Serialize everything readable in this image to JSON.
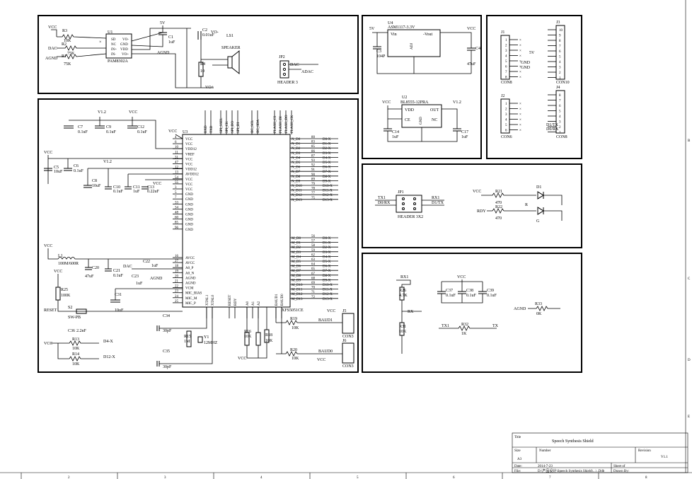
{
  "title_block": {
    "title_label": "Title",
    "title": "Speech Synthesis Shield",
    "size_label": "Size",
    "size": "A3",
    "number_label": "Number",
    "revision_label": "Revision",
    "revision": "V1.1",
    "date_label": "Date:",
    "date": "2014-7-23",
    "sheet_label": "Sheet of",
    "file_label": "File:",
    "file": "D:\\产品设计\\Speech Synthesis Shield\\...\\..Ddb",
    "drawn_label": "Drawn By:"
  },
  "border": {
    "columns": [
      "2",
      "3",
      "4",
      "5",
      "6",
      "7",
      "8"
    ],
    "rows": [
      "B",
      "C",
      "D",
      "E"
    ]
  },
  "amp": {
    "ic_ref": "U1",
    "ic_name": "PAM8302A",
    "pins": [
      "SD",
      "NC",
      "IN+",
      "IN-",
      "VO-",
      "GND",
      "VDD",
      "VO+"
    ],
    "r3": "R3",
    "r3_val": "10K",
    "r2": "R2",
    "r2_val": "75K",
    "r1": "R1",
    "r1_val": "75K",
    "c1": "C1",
    "c1_val": "1uF",
    "c2": "C2",
    "c2_val": "0.01uF",
    "r4": "R4",
    "r4_val": "10",
    "ls1": "LS1",
    "speaker": "SPEAKER",
    "vcc": "VCC",
    "v5": "5V",
    "dac": "DAC",
    "agnd": "AGND",
    "agnd2": "AGND",
    "vo_minus": "VO-",
    "vo_plus": "VO+",
    "jp2": "JP2",
    "jp2_name": "HEADER 3",
    "jp2_dac": "DAC",
    "jp2_adac": "ADAC"
  },
  "main_ic": {
    "ref": "U3",
    "name": "XFS5051CE",
    "left_pins": [
      {
        "n": "4",
        "name": "VCC"
      },
      {
        "n": "6",
        "name": "VCC"
      },
      {
        "n": "10",
        "name": "VDD12"
      },
      {
        "n": "11",
        "name": "VREF"
      },
      {
        "n": "31",
        "name": "VCC"
      },
      {
        "n": "47",
        "name": "VCC"
      },
      {
        "n": "12",
        "name": "VDD12"
      },
      {
        "n": "13",
        "name": "AVDD12"
      },
      {
        "n": "54",
        "name": "VCC"
      },
      {
        "n": "55",
        "name": "VCC"
      },
      {
        "n": "3",
        "name": "VCC"
      },
      {
        "n": "5",
        "name": "GND"
      },
      {
        "n": "7",
        "name": "GND"
      },
      {
        "n": "33",
        "name": "GND"
      },
      {
        "n": "34",
        "name": "GND"
      },
      {
        "n": "48",
        "name": "GND"
      },
      {
        "n": "60",
        "name": "GND"
      },
      {
        "n": "85",
        "name": "GND"
      },
      {
        "n": "96",
        "name": "GND"
      }
    ],
    "left_pins2": [
      {
        "n": "16",
        "name": "AVCC"
      },
      {
        "n": "27",
        "name": "AVCC"
      },
      {
        "n": "18",
        "name": "A0_P"
      },
      {
        "n": "19",
        "name": "A0_N"
      },
      {
        "n": "20",
        "name": "AGND"
      },
      {
        "n": "21",
        "name": "AGND"
      },
      {
        "n": "22",
        "name": "VCM"
      },
      {
        "n": "23",
        "name": "MIC_BIAS"
      },
      {
        "n": "24",
        "name": "MIC_M"
      },
      {
        "n": "25",
        "name": "MIC_P"
      }
    ],
    "right_pins_n": [
      {
        "n": "80",
        "name": "N_D0",
        "net": "D0-X"
      },
      {
        "n": "83",
        "name": "N_D1",
        "net": "D1-X"
      },
      {
        "n": "85",
        "name": "N_D2",
        "net": "D2-X"
      },
      {
        "n": "86",
        "name": "N_D3",
        "net": "D3-X"
      },
      {
        "n": "87",
        "name": "N_D4",
        "net": "D4-X"
      },
      {
        "n": "93",
        "name": "N_D5",
        "net": "D5-X"
      },
      {
        "n": "92",
        "name": "N_D6",
        "net": "D6-X"
      },
      {
        "n": "91",
        "name": "N_D7",
        "net": "D7-X"
      },
      {
        "n": "90",
        "name": "N_D8",
        "net": "D8-X"
      },
      {
        "n": "89",
        "name": "N_D9",
        "net": "D9-X"
      },
      {
        "n": "79",
        "name": "N_D10",
        "net": "D10-X"
      },
      {
        "n": "78",
        "name": "N_D11",
        "net": "D11-X"
      },
      {
        "n": "77",
        "name": "N_D12",
        "net": "D12-X"
      },
      {
        "n": "75",
        "name": "N_D13",
        "net": "D13-X"
      }
    ],
    "right_pins_m": [
      {
        "n": "56",
        "name": "M_D0",
        "net": "D0-X"
      },
      {
        "n": "57",
        "name": "M_D1",
        "net": "D1-X"
      },
      {
        "n": "58",
        "name": "M_D2",
        "net": "D2-X"
      },
      {
        "n": "59",
        "name": "M_D3",
        "net": "D3-X"
      },
      {
        "n": "62",
        "name": "M_D4",
        "net": "D4-X"
      },
      {
        "n": "63",
        "name": "M_D5",
        "net": "D5-X"
      },
      {
        "n": "64",
        "name": "M_D6",
        "net": "D6-X"
      },
      {
        "n": "65",
        "name": "M_D7",
        "net": "D7-X"
      },
      {
        "n": "67",
        "name": "M_D8",
        "net": "D8-X"
      },
      {
        "n": "68",
        "name": "M_D9",
        "net": "D9-X"
      },
      {
        "n": "69",
        "name": "M_D10",
        "net": "D10-X"
      },
      {
        "n": "70",
        "name": "M_D11",
        "net": "D11-X"
      },
      {
        "n": "71",
        "name": "M_D12",
        "net": "D12-X"
      },
      {
        "n": "72",
        "name": "M_D13",
        "net": "D13-X"
      }
    ],
    "top_labels": [
      "RXD",
      "TXD",
      "SPI_SSEL",
      "SPI_CK",
      "SPI_DO",
      "SPI_DI",
      "IIC_SCL",
      "IIC_SDA",
      "FLASH_CS",
      "FLASH_DI",
      "FLASH_DO",
      "FLASH_CK"
    ],
    "bottom_labels": [
      "XTAL1",
      "XTAL0",
      "RESET",
      "RDY",
      "A0",
      "A1",
      "A2",
      "BAUD1",
      "BAUD0"
    ]
  },
  "main_parts": {
    "c7": "C7",
    "c7v": "0.1uF",
    "c9": "C9",
    "c9v": "0.1uF",
    "c12": "C12",
    "c12v": "0.1uF",
    "c5": "C5",
    "c5v": "10uF",
    "c6": "C6",
    "c6v": "0.1uF",
    "c8": "C8",
    "c8v": "10uF",
    "c10": "C10",
    "c10v": "0.1uF",
    "c11": "C11",
    "c11v": "1uF",
    "c13": "C13",
    "c13v": "0.22uF",
    "l1": "L1",
    "l1v": "100M/600R",
    "c20": "C20",
    "c20v": "47uF",
    "c21": "C21",
    "c21v": "0.1uF",
    "c22": "C22",
    "c22v": "1uF",
    "c23": "C23",
    "c23v": "1uF",
    "c31": "C31",
    "c31v": "10uF",
    "c34": "C34",
    "c34v": "30pF",
    "c35": "C35",
    "c35v": "30pF",
    "r15": "R15",
    "r15v": "1M",
    "y1": "Y1",
    "y1v": "12MHZ",
    "r25": "R25",
    "r25v": "100K",
    "s2": "S2",
    "s2v": "SW-PB",
    "c36": "C36",
    "c36v": "2.2nF",
    "r13": "R13",
    "r13v": "10K",
    "r14": "R14",
    "r14v": "10K",
    "d4x": "D4-X",
    "d12x": "D12-X",
    "reset": "RESET",
    "vcc": "VCC",
    "v12": "V1.2",
    "dac": "DAC",
    "agnd": "AGND",
    "r16": "R16",
    "r16v": "10K",
    "r17": "R17",
    "r17v": "10K",
    "r18": "R18",
    "r18v": "10K",
    "r19": "R19",
    "r19v": "10K",
    "r20": "R20",
    "r20v": "10K",
    "j5": "J5",
    "j5n": "CON3",
    "j6": "J6",
    "j6n": "CON3",
    "baud1": "BAUD1",
    "baud0": "BAUD0",
    "rdy": "RDY",
    "rst2": "RESET"
  },
  "reg": {
    "u4": "U4",
    "u4n": "ASM1117-3.3V",
    "vin": "Vin",
    "vout": "-Vout",
    "adj": "ADJ",
    "v5": "5V",
    "vcc": "VCC",
    "c3": "C3",
    "c3v": "104P",
    "c4": "C4",
    "c4v": "47uF",
    "u2": "U2",
    "u2n": "BL8555-12PRA",
    "vdd": "VDD",
    "out": "OUT",
    "ce": "CE",
    "gnd": "GND",
    "nc": "NC",
    "v12": "V1.2",
    "c14": "C14",
    "c14v": "1uF",
    "c17": "C17",
    "c17v": "1uF"
  },
  "headers": {
    "j1": "J1",
    "j1n": "CON8",
    "j3": "J3",
    "j3n": "CON10",
    "j2": "J2",
    "j2n": "CON6",
    "j4": "J4",
    "j4n": "CON8",
    "v5": "5V",
    "gnd1": "GND",
    "gnd2": "GND",
    "d1tx": "D1/TX",
    "d0rx": "D0/RX"
  },
  "uart": {
    "jp1": "JP1",
    "jp1n": "HEADER 3X2",
    "tx1": "TX1",
    "rx1": "RX1",
    "d0rx": "D0/RX",
    "d1tx": "D1/TX",
    "vcc": "VCC",
    "r21": "R21",
    "r21v": "470",
    "r22": "R22",
    "r22v": "470",
    "d1": "D1",
    "rdy": "RDY",
    "r": "R",
    "g": "G"
  },
  "misc": {
    "rx1": "RX1",
    "rx": "RX",
    "r26": "R26",
    "r26v": "4.7K",
    "r31": "R31",
    "r31v": "10K",
    "vcc": "VCC",
    "c37": "C37",
    "c37v": "0.1uF",
    "c38": "C38",
    "c38v": "0.1uF",
    "c39": "C39",
    "c39v": "0.1uF",
    "agnd": "AGND",
    "r33": "R33",
    "r33v": "0K",
    "tx1": "TX1",
    "tx": "TX",
    "r32": "R32",
    "r32v": "1K"
  }
}
